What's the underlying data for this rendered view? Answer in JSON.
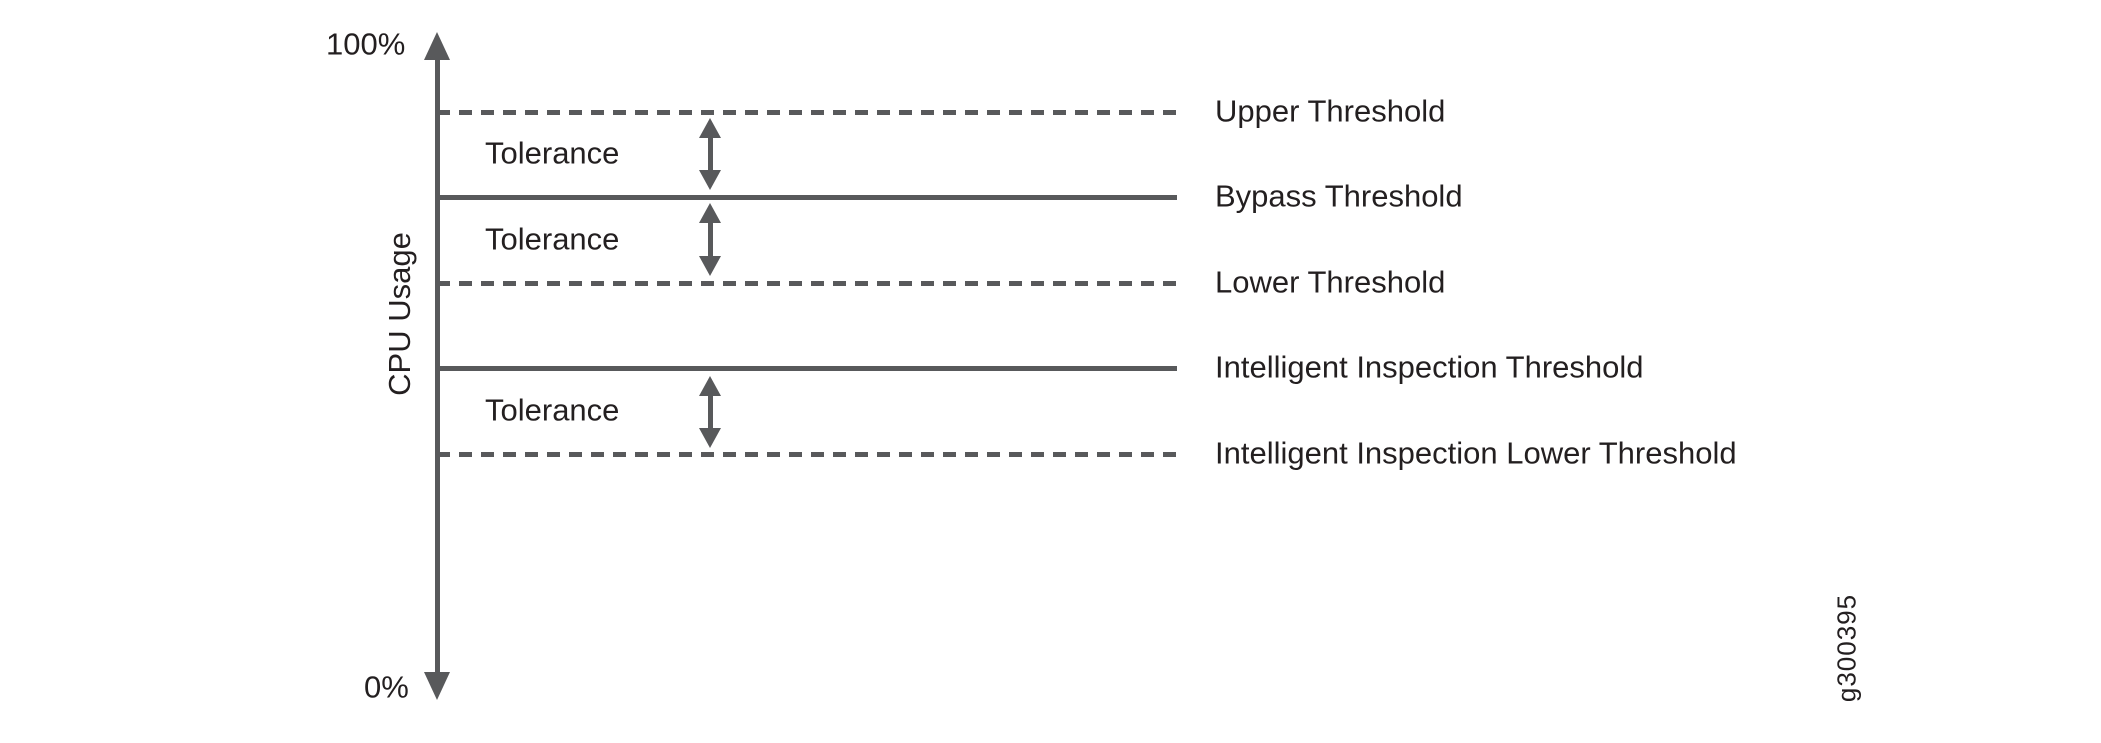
{
  "figure": {
    "id_label": "g300395",
    "axis": {
      "title": "CPU Usage",
      "max_label": "100%",
      "min_label": "0%"
    },
    "thresholds": [
      {
        "label": "Upper Threshold",
        "style": "dashed",
        "approx_cpu_pct": 88
      },
      {
        "label": "Bypass Threshold",
        "style": "solid",
        "approx_cpu_pct": 75
      },
      {
        "label": "Lower Threshold",
        "style": "dashed",
        "approx_cpu_pct": 63
      },
      {
        "label": "Intelligent Inspection Threshold",
        "style": "solid",
        "approx_cpu_pct": 50
      },
      {
        "label": "Intelligent Inspection Lower Threshold",
        "style": "dashed",
        "approx_cpu_pct": 37
      }
    ],
    "tolerances": [
      {
        "label": "Tolerance",
        "between": [
          "Upper Threshold",
          "Bypass Threshold"
        ]
      },
      {
        "label": "Tolerance",
        "between": [
          "Bypass Threshold",
          "Lower Threshold"
        ]
      },
      {
        "label": "Tolerance",
        "between": [
          "Intelligent Inspection Threshold",
          "Intelligent Inspection Lower Threshold"
        ]
      }
    ],
    "colors": {
      "line_gray": "#58595b",
      "text": "#231f20",
      "background": "#ffffff"
    }
  }
}
